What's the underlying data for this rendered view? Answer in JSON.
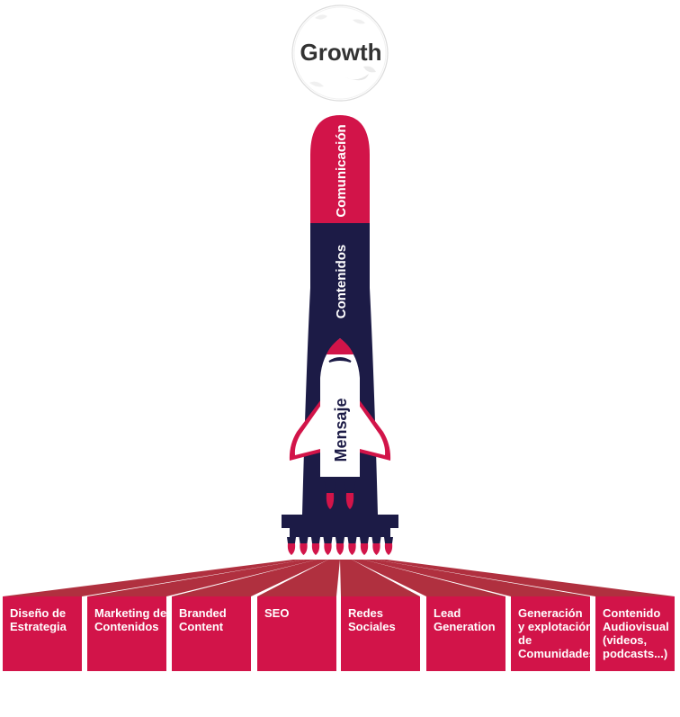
{
  "moon": {
    "label": "Growth"
  },
  "rocket": {
    "nose_label": "Comunicación",
    "body_label": "Contenidos",
    "shuttle_label": "Mensaje"
  },
  "services": [
    {
      "lines": [
        "Diseño de",
        "Estrategia"
      ]
    },
    {
      "lines": [
        "Marketing de",
        "Contenidos"
      ]
    },
    {
      "lines": [
        "Branded",
        "Content"
      ]
    },
    {
      "lines": [
        "SEO"
      ]
    },
    {
      "lines": [
        "Redes",
        "Sociales"
      ]
    },
    {
      "lines": [
        "Lead",
        "Generation"
      ]
    },
    {
      "lines": [
        "Generación",
        "y explotación",
        "de",
        "Comunidades"
      ]
    },
    {
      "lines": [
        "Contenido",
        "Audiovisual",
        "(videos,",
        "podcasts...)"
      ]
    }
  ],
  "colors": {
    "crimson": "#d21449",
    "navy": "#1c1b46",
    "ray": "#b0303f",
    "moon_text": "#333333",
    "white": "#ffffff"
  }
}
